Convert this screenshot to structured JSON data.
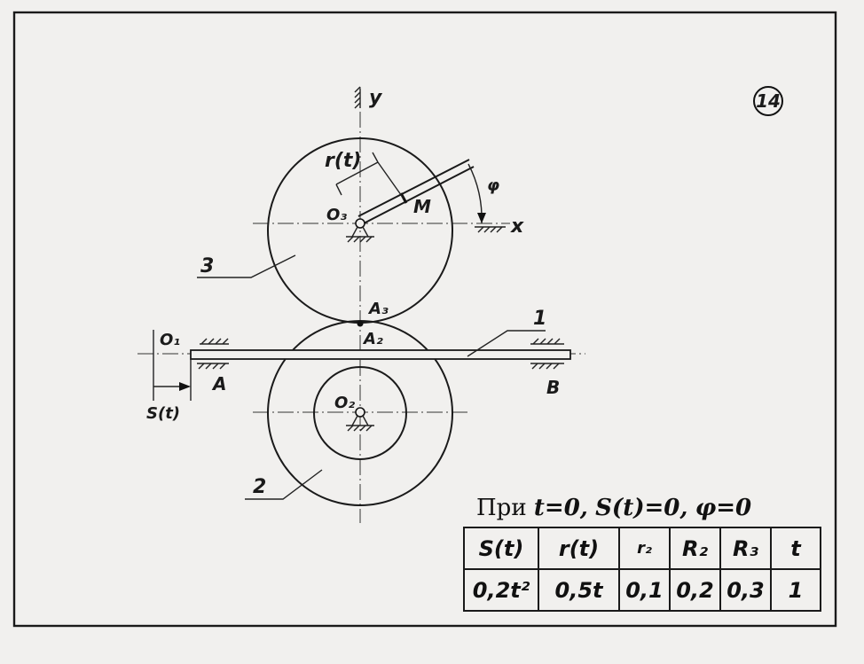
{
  "problem_number": "14",
  "labels": {
    "axis_y": "y",
    "axis_x": "x",
    "r_t": "r(t)",
    "point_M": "M",
    "center_O3": "O₃",
    "angle_phi": "φ",
    "body_3": "3",
    "point_A3": "A₃",
    "point_A2": "A₂",
    "body_1": "1",
    "origin_O1": "O₁",
    "support_A": "A",
    "support_B": "B",
    "s_t": "S(t)",
    "center_O2": "O₂",
    "body_2": "2"
  },
  "condition": {
    "prefix": "При",
    "t0": "t=0,",
    "s0": "S(t)=0,",
    "phi0": "φ=0"
  },
  "table": {
    "headers": [
      "S(t)",
      "r(t)",
      "r₂",
      "R₂",
      "R₃",
      "t"
    ],
    "values": [
      "0,2t²",
      "0,5t",
      "0,1",
      "0,2",
      "0,3",
      "1"
    ]
  }
}
